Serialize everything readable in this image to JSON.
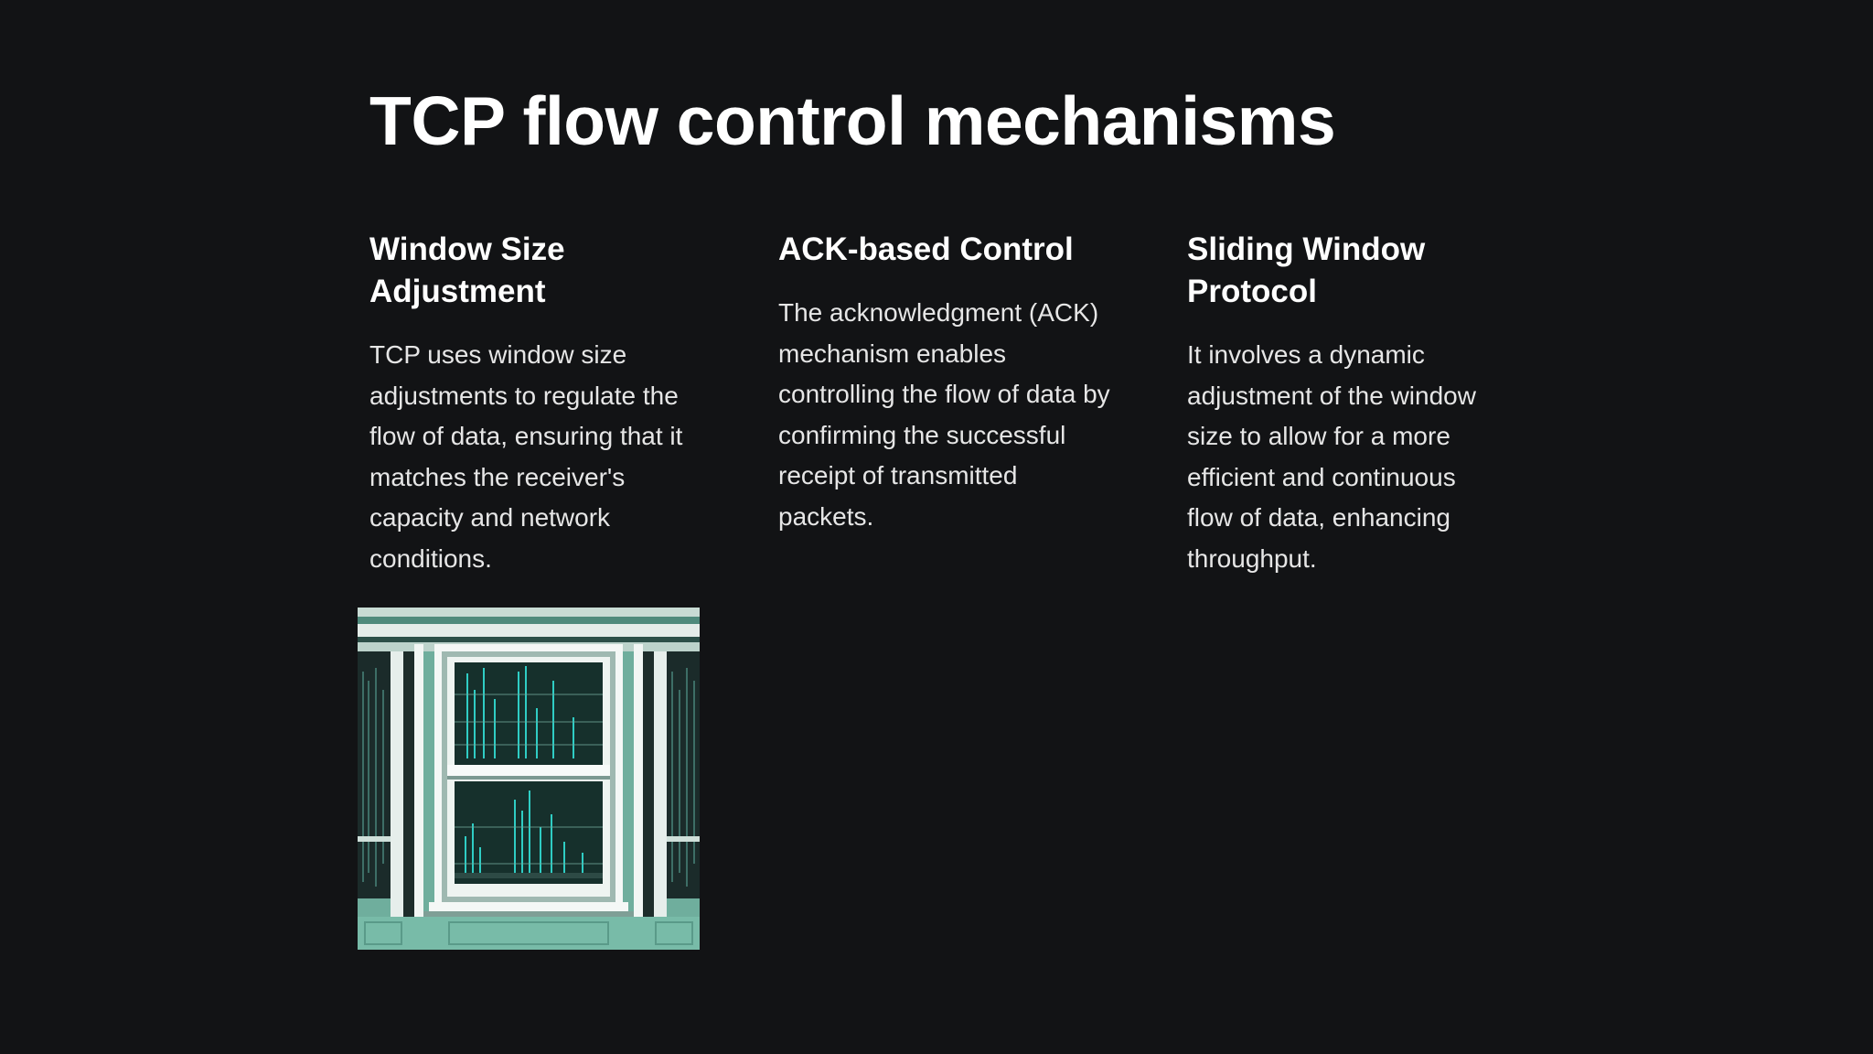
{
  "slide": {
    "title": "TCP flow control mechanisms",
    "columns": [
      {
        "heading": "Window Size Adjustment",
        "body": "TCP uses window size adjustments to regulate the flow of data, ensuring that it matches the receiver's capacity and network conditions."
      },
      {
        "heading": "ACK-based Control",
        "body": "The acknowledgment (ACK) mechanism enables controlling the flow of data by confirming the successful receipt of transmitted packets."
      },
      {
        "heading": "Sliding Window Protocol",
        "body": "It involves a dynamic adjustment of the window size to allow for a more efficient and continuous flow of data, enhancing throughput."
      }
    ],
    "image": {
      "icon": "window-illustration",
      "colors": {
        "teal": "#7fc4b0",
        "dark": "#1d2b2a",
        "frame": "#d9e4e0",
        "cyan": "#3fd6cf"
      }
    }
  },
  "colors": {
    "background": "#121315",
    "title_text": "#ffffff",
    "body_text": "#e6e6e6"
  }
}
